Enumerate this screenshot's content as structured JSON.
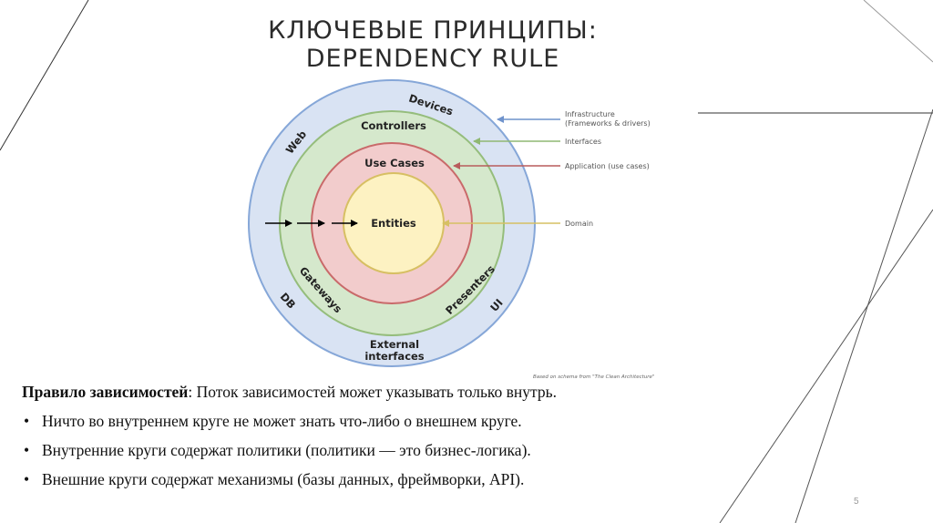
{
  "title": {
    "line1": "КЛЮЧЕВЫЕ ПРИНЦИПЫ:",
    "line2": "DEPENDENCY RULE"
  },
  "diagram": {
    "rings": {
      "outer_top": "Devices",
      "outer_left": "Web",
      "outer_bottom_left": "DB",
      "outer_bottom_right": "UI",
      "outer_bottom_line1": "External",
      "outer_bottom_line2": "interfaces",
      "green_top": "Controllers",
      "green_left": "Gateways",
      "green_right": "Presenters",
      "red_top": "Use Cases",
      "core": "Entities"
    },
    "legend": {
      "infra_line1": "Infrastructure",
      "infra_line2": "(Frameworks & drivers)",
      "interfaces": "Interfaces",
      "application": "Application (use cases)",
      "domain": "Domain"
    },
    "caption": "Based on schema from \"The Clean Architecture\"",
    "colors": {
      "outer_fill": "#d9e3f3",
      "outer_stroke": "#86a7d8",
      "green_fill": "#d5e8cc",
      "green_stroke": "#95bd7c",
      "red_fill": "#f2cccc",
      "red_stroke": "#c96a6a",
      "core_fill": "#fdf2c2",
      "core_stroke": "#d7bf63"
    }
  },
  "body": {
    "rule_bold": "Правило зависимостей",
    "rule_text": ": Поток зависимостей может указывать только внутрь.",
    "bullets": [
      "Ничто во внутреннем круге не может знать что-либо о внешнем круге.",
      "Внутренние круги содержат политики (политики — это бизнес-логика).",
      "Внешние круги содержат механизмы (базы данных, фреймворки, API)."
    ]
  },
  "page_number": "5"
}
